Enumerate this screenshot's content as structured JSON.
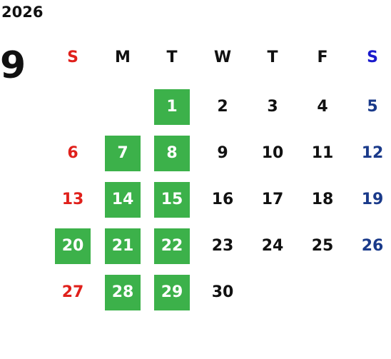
{
  "year": "2026",
  "month": "9",
  "colors": {
    "sunday": "#e0201b",
    "saturday_header": "#1a1acc",
    "saturday": "#1a3a8a",
    "weekday": "#111111",
    "holiday_bg": "#3cb14a",
    "holiday_text": "#ffffff"
  },
  "weekdays": [
    "S",
    "M",
    "T",
    "W",
    "T",
    "F",
    "S"
  ],
  "weeks": [
    [
      null,
      null,
      {
        "d": "1",
        "off": true
      },
      {
        "d": "2"
      },
      {
        "d": "3"
      },
      {
        "d": "4"
      },
      {
        "d": "5"
      }
    ],
    [
      {
        "d": "6"
      },
      {
        "d": "7",
        "off": true
      },
      {
        "d": "8",
        "off": true
      },
      {
        "d": "9"
      },
      {
        "d": "10"
      },
      {
        "d": "11"
      },
      {
        "d": "12"
      }
    ],
    [
      {
        "d": "13"
      },
      {
        "d": "14",
        "off": true
      },
      {
        "d": "15",
        "off": true
      },
      {
        "d": "16"
      },
      {
        "d": "17"
      },
      {
        "d": "18"
      },
      {
        "d": "19"
      }
    ],
    [
      {
        "d": "20",
        "off": true
      },
      {
        "d": "21",
        "off": true
      },
      {
        "d": "22",
        "off": true
      },
      {
        "d": "23"
      },
      {
        "d": "24"
      },
      {
        "d": "25"
      },
      {
        "d": "26"
      }
    ],
    [
      {
        "d": "27"
      },
      {
        "d": "28",
        "off": true
      },
      {
        "d": "29",
        "off": true
      },
      {
        "d": "30"
      },
      null,
      null,
      null
    ]
  ]
}
